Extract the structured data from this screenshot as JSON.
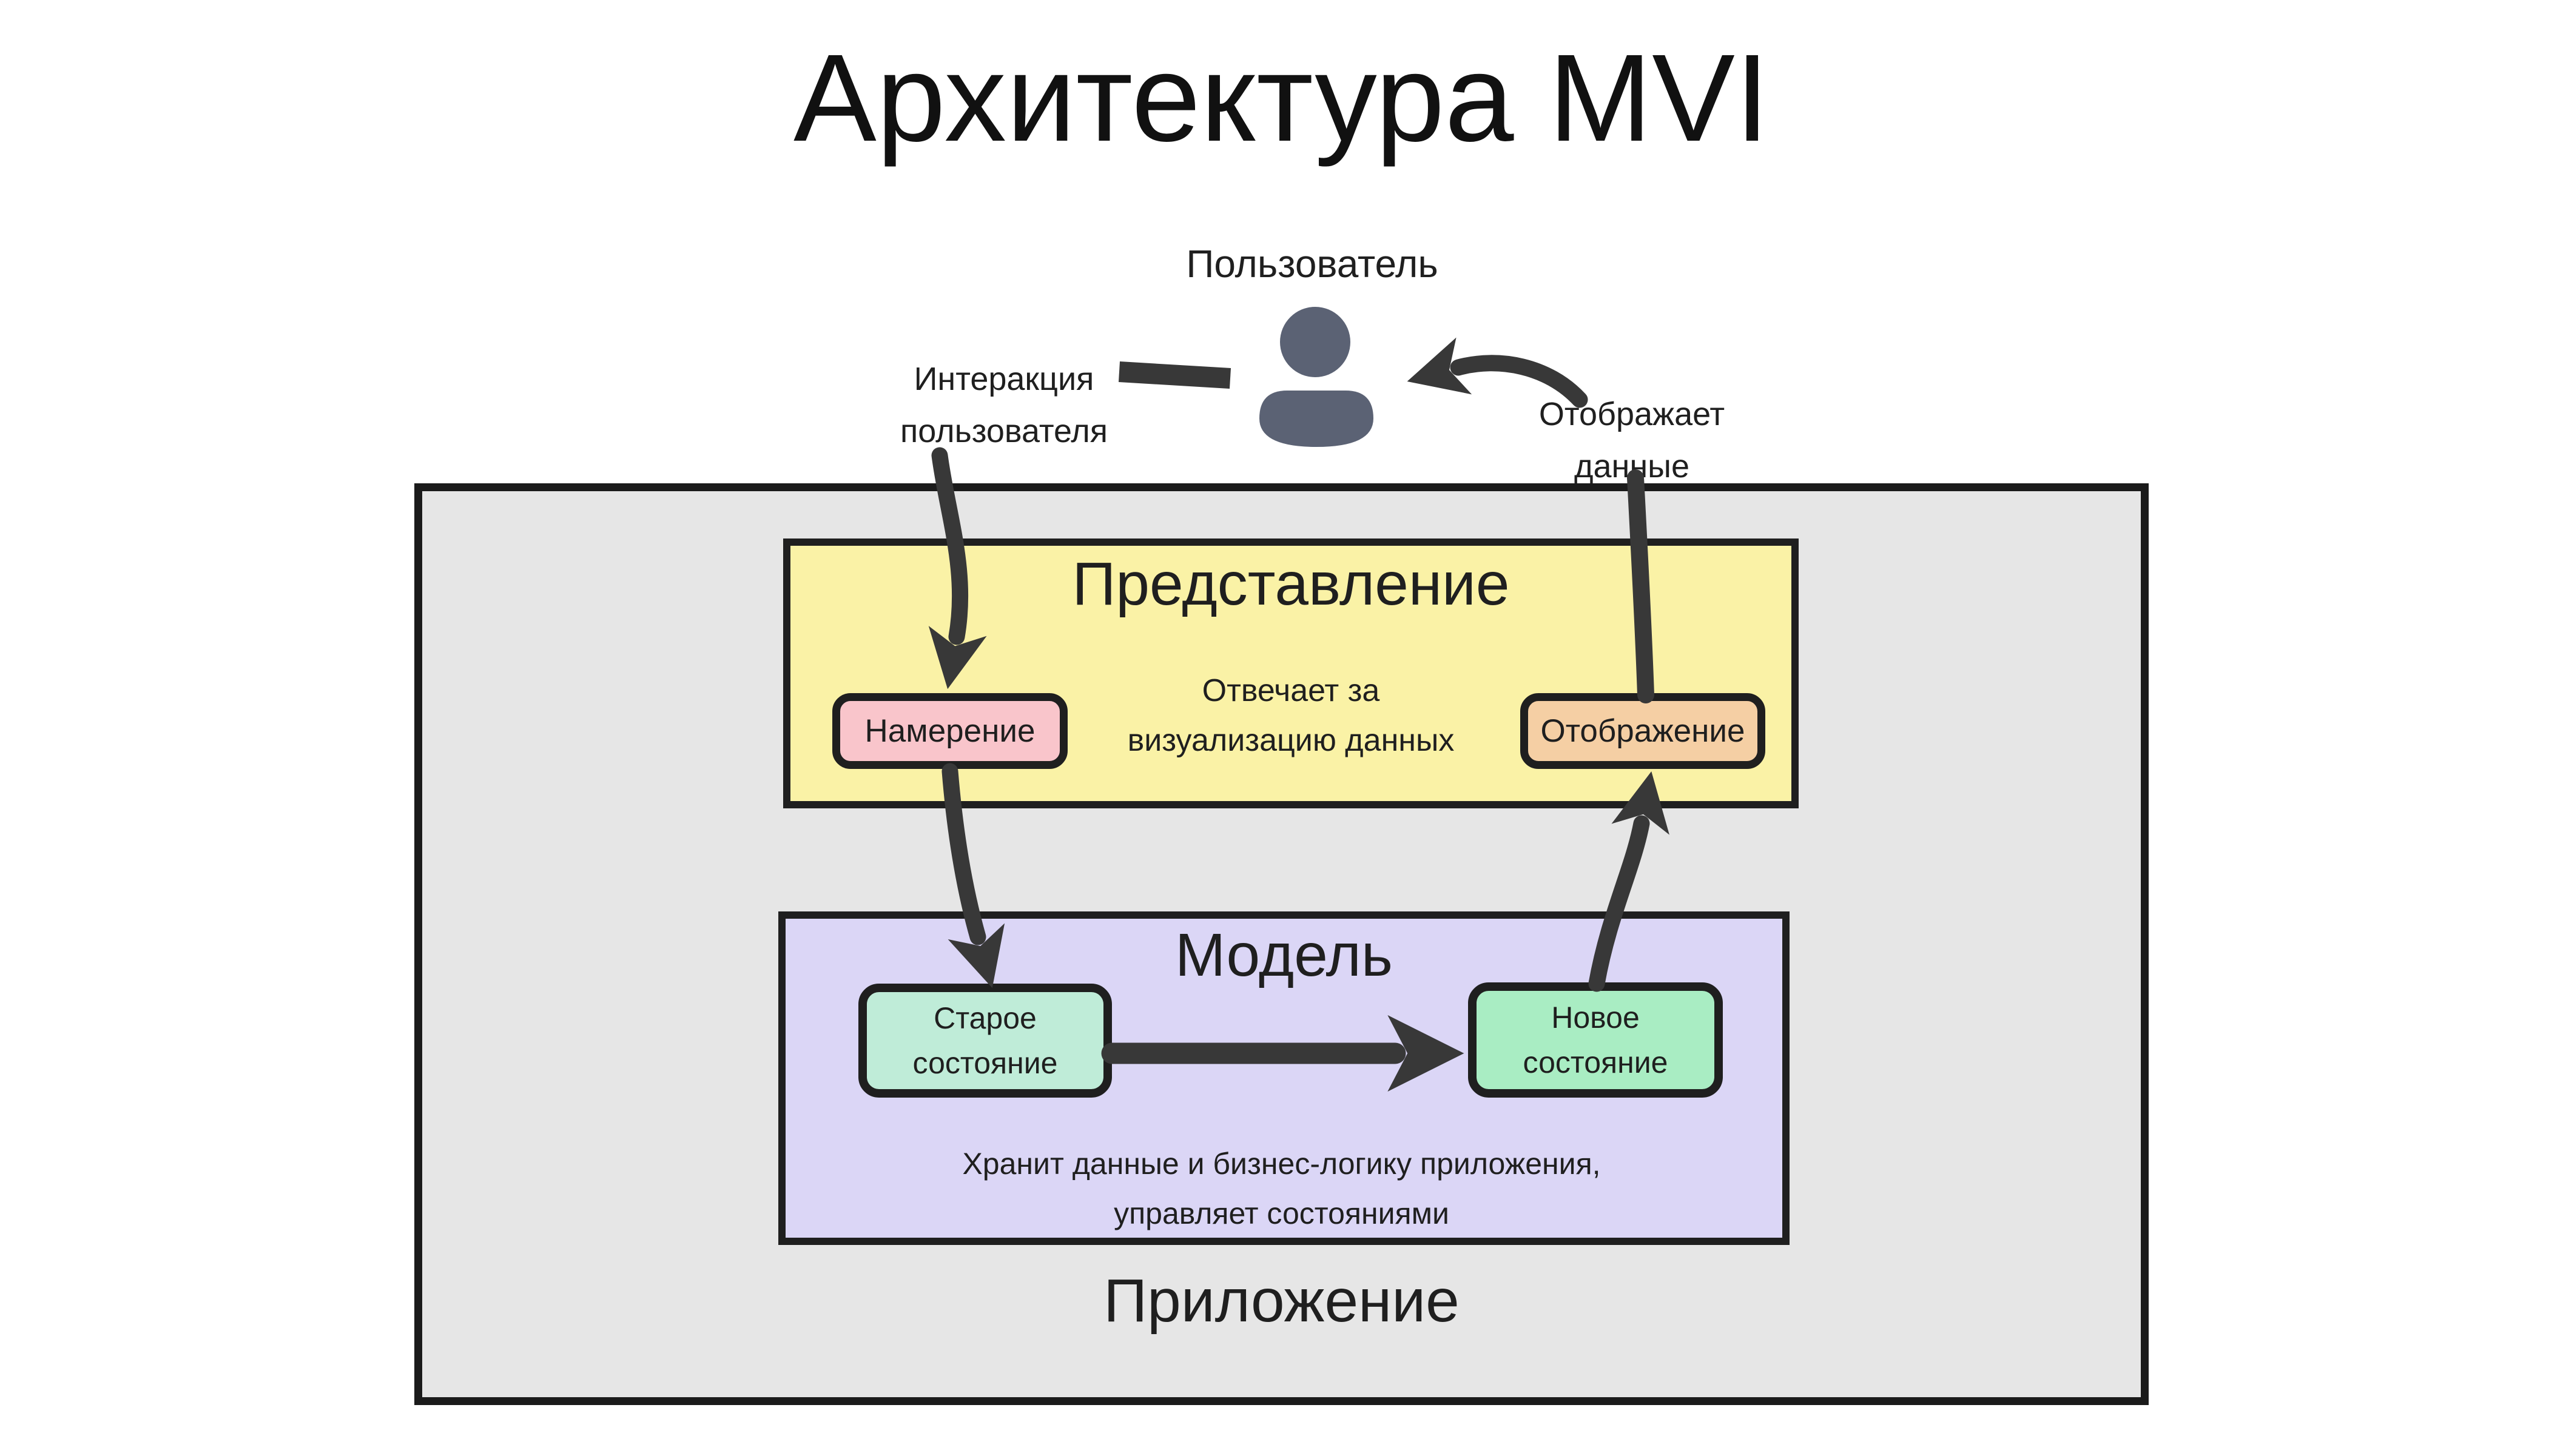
{
  "title": "Архитектура MVI",
  "user": {
    "label": "Пользователь"
  },
  "labels": {
    "interaction": {
      "line1": "Интеракция",
      "line2": "пользователя"
    },
    "display": {
      "line1": "Отображает",
      "line2": "данные"
    }
  },
  "app": {
    "label": "Приложение",
    "view": {
      "title": "Представление",
      "desc_line1": "Отвечает за",
      "desc_line2": "визуализацию данных",
      "intent_label": "Намерение",
      "display_label": "Отображение"
    },
    "model": {
      "title": "Модель",
      "old_state_line1": "Старое",
      "old_state_line2": "состояние",
      "new_state_line1": "Новое",
      "new_state_line2": "состояние",
      "desc_line1": "Хранит данные и бизнес-логику приложения,",
      "desc_line2": "управляет состояниями"
    }
  },
  "colors": {
    "page-bg": "#ffffff",
    "app-fill": "#e6e6e6",
    "app-border": "#1b1b1b",
    "view-fill": "#faf2a6",
    "model-fill": "#dbd6f6",
    "intent-fill": "#f9c5cb",
    "display-fill": "#f5cfa4",
    "old-state-fill": "#bfecd8",
    "new-state-fill": "#a9edc3",
    "box-border": "#1f1f1f",
    "arrow": "#383838",
    "icon": "#5b6274",
    "text": "#1f1f1f"
  }
}
